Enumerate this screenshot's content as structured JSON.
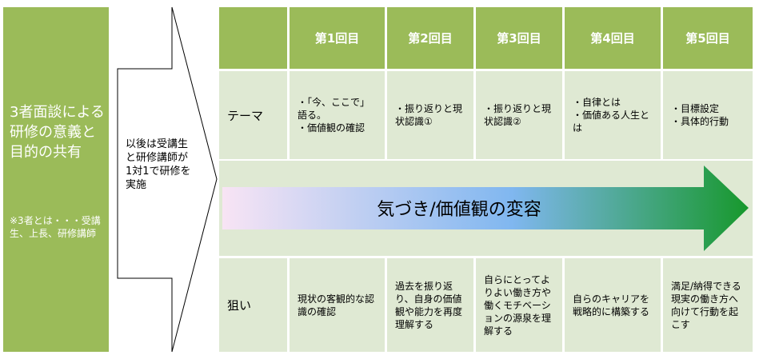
{
  "left": {
    "title": "3者面談による研修の意義と目的の共有",
    "note": "※3者とは・・・受講生、上長、研修講師"
  },
  "arrow": {
    "text": "以後は受講生と研修講師が1対1で研修を実施"
  },
  "table": {
    "headers": [
      "第1回目",
      "第2回目",
      "第3回目",
      "第4回目",
      "第5回目"
    ],
    "theme_label": "テーマ",
    "theme": [
      "・「今、ここで」語る。\n・価値観の確認",
      "・振り返りと現状認識①",
      "・振り返りと現状認識②",
      "・自律とは\n・価値ある人生とは",
      "・目標設定\n・具体的行動"
    ],
    "band_text": "気づき/価値観の変容",
    "aim_label": "狙い",
    "aim": [
      "現状の客観的な認識の確認",
      "過去を振り返り、自身の価値観や能力を再度理解する",
      "自らにとってよりよい働き方や働くモチベーションの源泉を理解する",
      "自らのキャリアを戦略的に構築する",
      "満足/納得できる現実の働き方へ向けて行動を起こす"
    ]
  },
  "colors": {
    "green": "#9bbb59",
    "light_green": "#dfe9d3",
    "gradient_start": "#f8e4f4",
    "gradient_mid": "#80b7f0",
    "gradient_end": "#17982c"
  }
}
